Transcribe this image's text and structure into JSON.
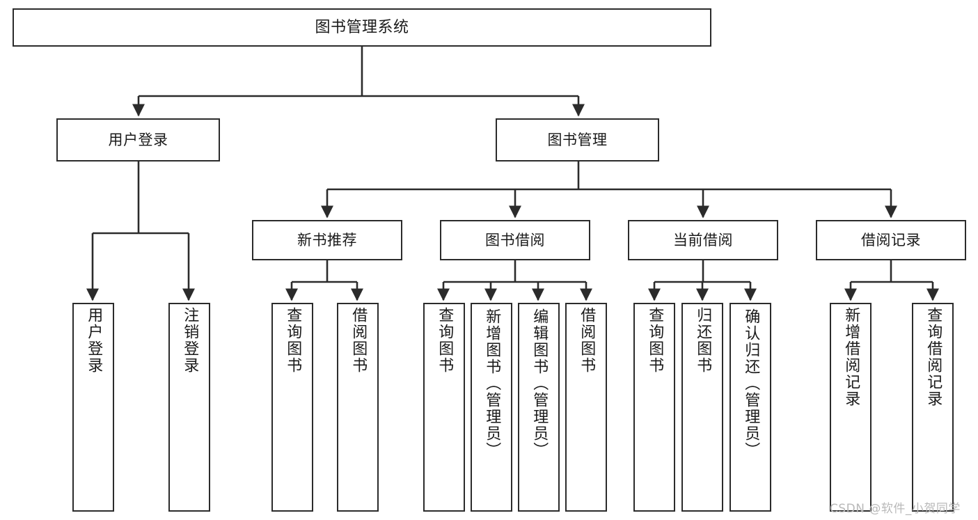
{
  "diagram": {
    "type": "tree",
    "title": "图书管理系统",
    "watermark": "CSDN @软件_小贺同学",
    "colors": {
      "stroke": "#2b2b2b",
      "fill": "#ffffff",
      "text": "#1a1a1a",
      "watermark": "#b9b9b9"
    },
    "nodes": {
      "root": {
        "label": "图书管理系统"
      },
      "level2": [
        {
          "label": "用户登录"
        },
        {
          "label": "图书管理"
        }
      ],
      "level3": [
        {
          "label": "新书推荐"
        },
        {
          "label": "图书借阅"
        },
        {
          "label": "当前借阅"
        },
        {
          "label": "借阅记录"
        }
      ],
      "leaves": [
        {
          "label": "用户登录",
          "parent": "用户登录"
        },
        {
          "label": "注销登录",
          "parent": "用户登录"
        },
        {
          "label": "查询图书",
          "parent": "新书推荐"
        },
        {
          "label": "借阅图书",
          "parent": "新书推荐"
        },
        {
          "label": "查询图书",
          "parent": "图书借阅"
        },
        {
          "label": "新增图书（管理员）",
          "parent": "图书借阅"
        },
        {
          "label": "编辑图书（管理员）",
          "parent": "图书借阅"
        },
        {
          "label": "借阅图书",
          "parent": "图书借阅"
        },
        {
          "label": "查询图书",
          "parent": "当前借阅"
        },
        {
          "label": "归还图书",
          "parent": "当前借阅"
        },
        {
          "label": "确认归还（管理员）",
          "parent": "当前借阅"
        },
        {
          "label": "新增借阅记录",
          "parent": "借阅记录"
        },
        {
          "label": "查询借阅记录",
          "parent": "借阅记录"
        }
      ]
    }
  }
}
